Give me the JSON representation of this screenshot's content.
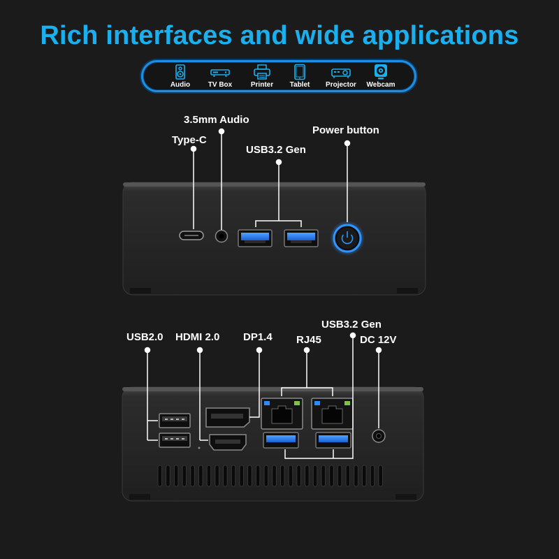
{
  "headline": "Rich interfaces and wide applications",
  "applications": [
    {
      "label": "Audio",
      "icon": "speaker-icon"
    },
    {
      "label": "TV Box",
      "icon": "tv-box-icon"
    },
    {
      "label": "Printer",
      "icon": "printer-icon"
    },
    {
      "label": "Tablet",
      "icon": "tablet-icon"
    },
    {
      "label": "Projector",
      "icon": "projector-icon"
    },
    {
      "label": "Webcam",
      "icon": "webcam-icon"
    }
  ],
  "front_ports": {
    "type_c": "Type-C",
    "audio": "3.5mm Audio",
    "usb": "USB3.2 Gen",
    "power": "Power button"
  },
  "rear_ports": {
    "usb2": "USB2.0",
    "hdmi": "HDMI 2.0",
    "dp": "DP1.4",
    "rj45": "RJ45",
    "usb3": "USB3.2 Gen",
    "dc": "DC 12V"
  },
  "colors": {
    "accent": "#1ab0f0",
    "usb3_blue": "#2a7fff",
    "power_ring": "#2a8cff"
  }
}
